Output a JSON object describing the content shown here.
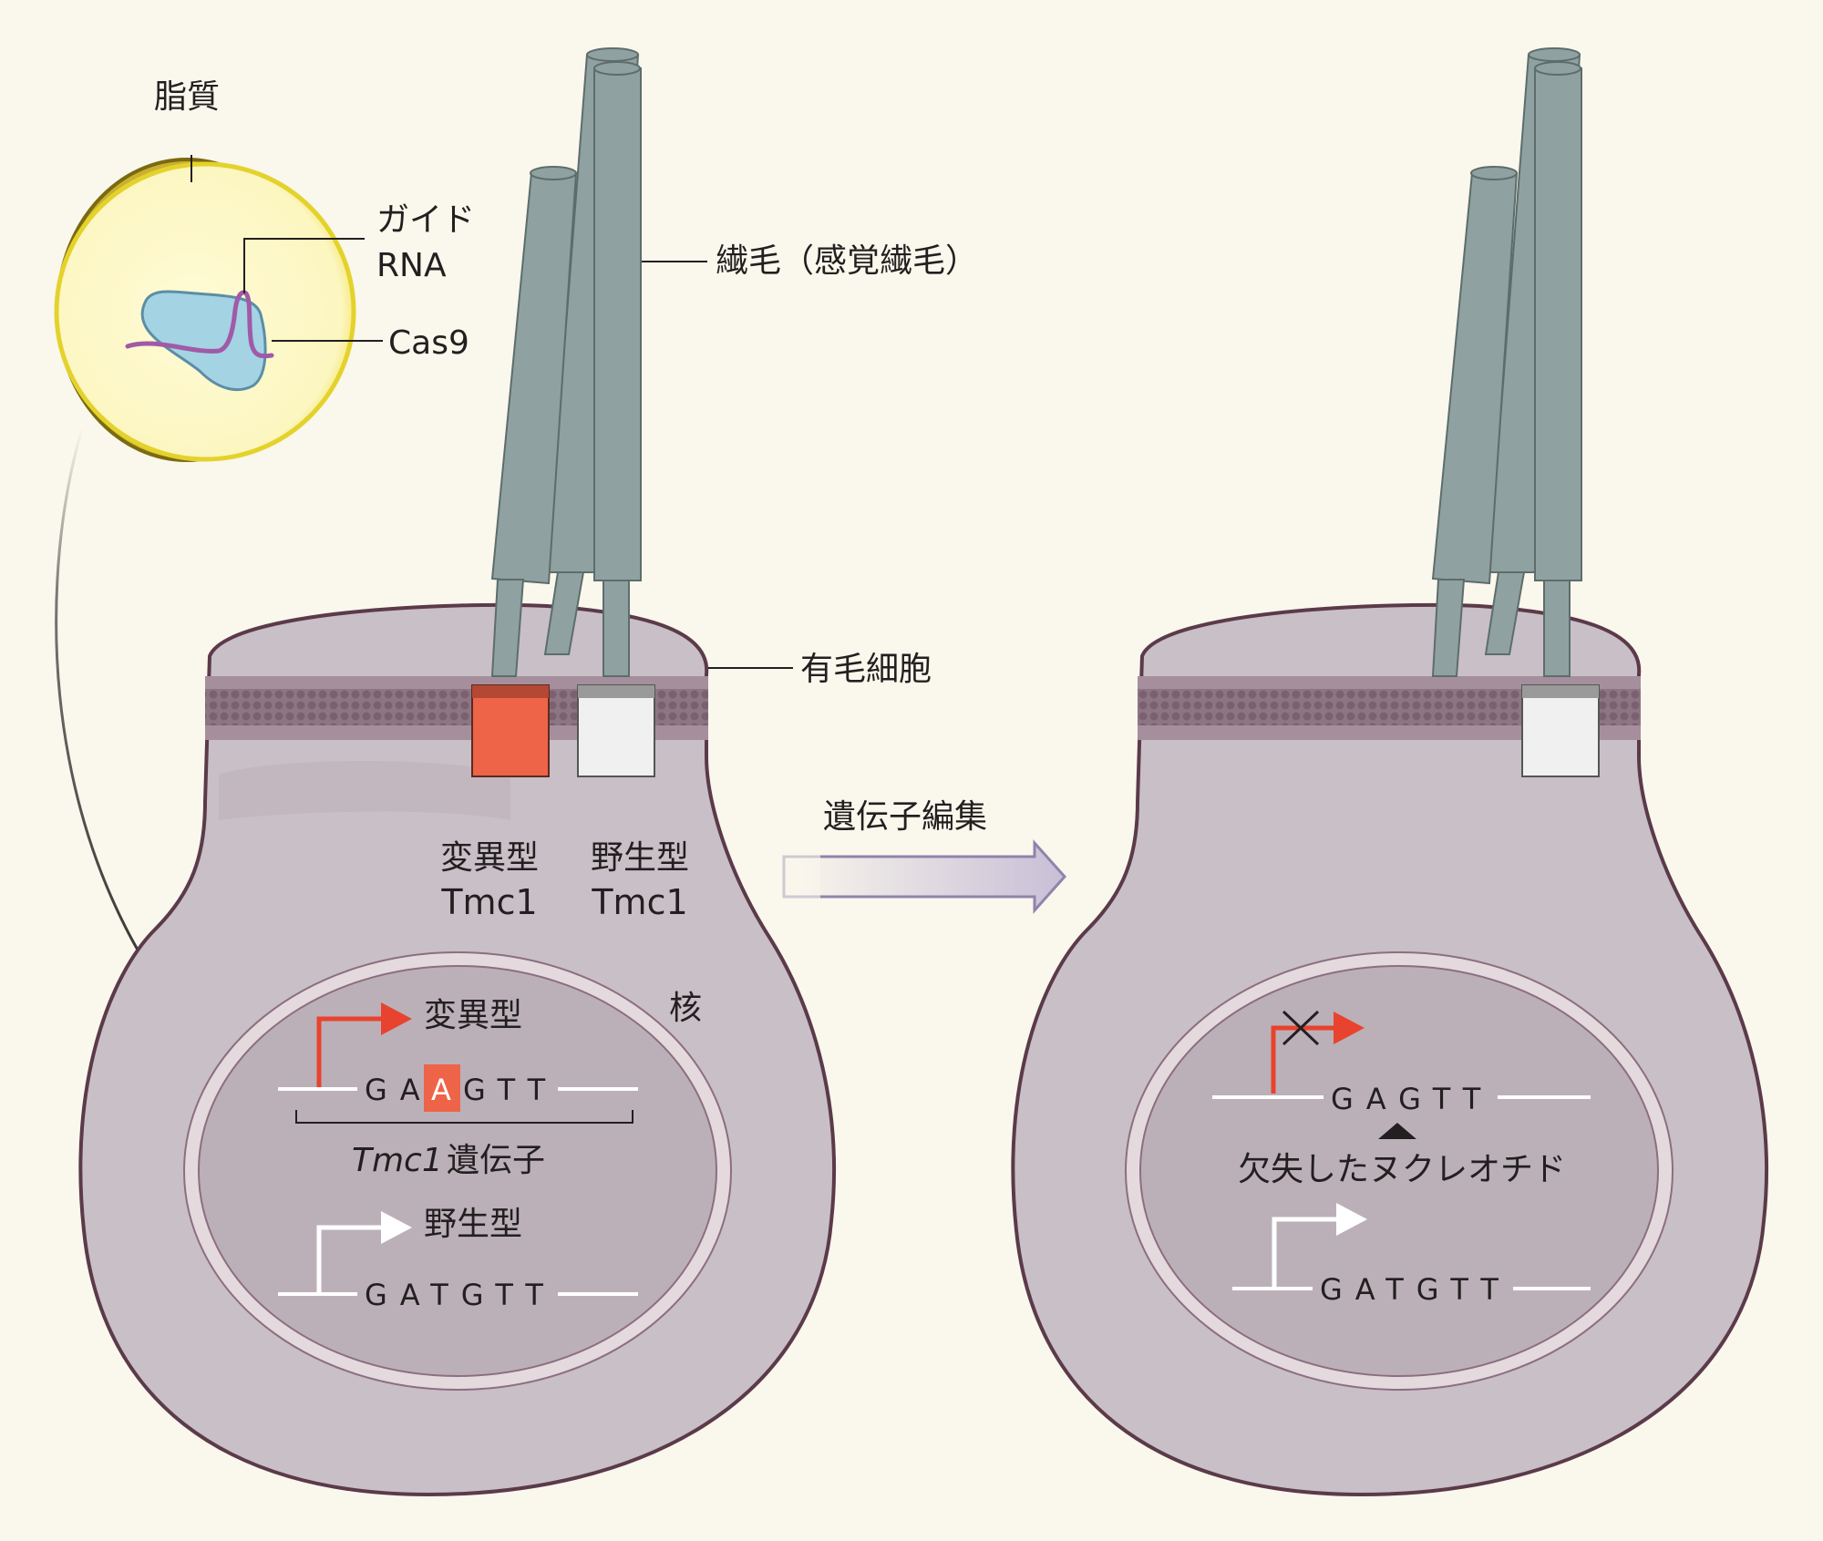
{
  "labels": {
    "lipid": "脂質",
    "guide_rna_line1": "ガイド",
    "guide_rna_line2": "RNA",
    "cas9": "Cas9",
    "cilia": "繊毛（感覚繊毛）",
    "hair_cell": "有毛細胞",
    "mutant_tmc1_line1": "変異型",
    "mutant_tmc1_line2": "Tmc1",
    "wildtype_tmc1_line1": "野生型",
    "wildtype_tmc1_line2": "Tmc1",
    "gene_editing": "遺伝子編集",
    "nucleus": "核"
  },
  "left_nucleus": {
    "mutant_label": "変異型",
    "mutant_seq_before": "GA",
    "mutant_seq_highlight": "A",
    "mutant_seq_after": "GTT",
    "gene_name_italic": "Tmc1",
    "gene_name_rest": " 遺伝子",
    "wildtype_label": "野生型",
    "wildtype_seq": "GATGTT"
  },
  "right_nucleus": {
    "edited_seq": "GAGTT",
    "deletion_label": "欠失したヌクレオチド",
    "wildtype_seq": "GATGTT"
  },
  "colors": {
    "background": "#faf7ec",
    "cell_fill": "#c9bfc6",
    "cell_outline": "#5b3a4a",
    "nucleus_fill": "#bcb0b8",
    "cilia": "#8fa1a0",
    "mutant": "#ee6448",
    "wildtype_channel": "#f1f0f0",
    "arrow_red": "#e8432e",
    "lipid_yellow": "#f5e13a",
    "cas9_blue": "#a4d3e3",
    "guide_rna": "#a05aa8"
  }
}
